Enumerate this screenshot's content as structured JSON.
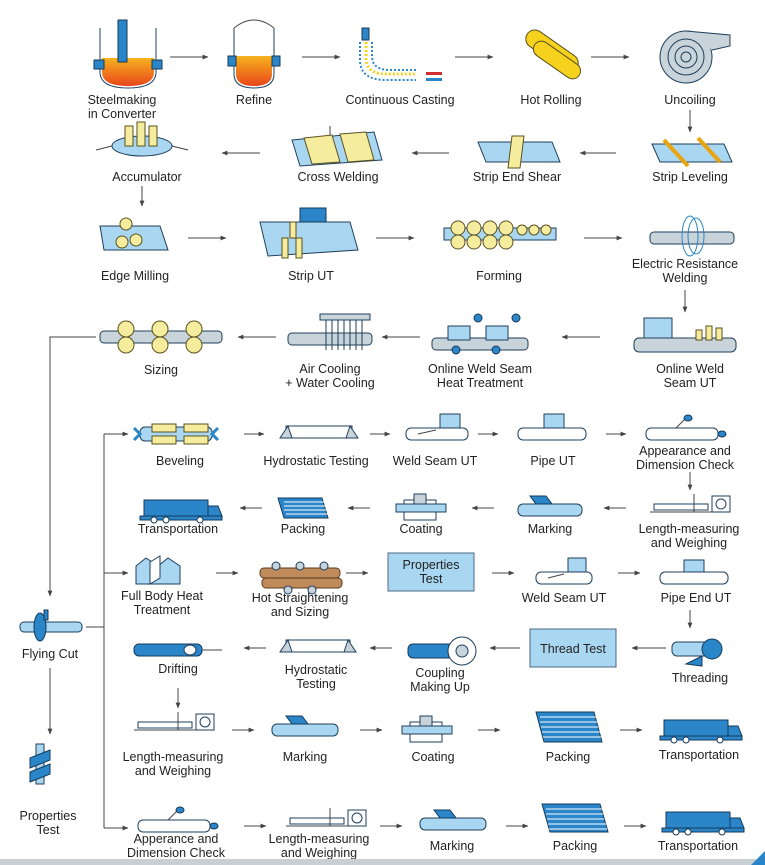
{
  "steps": {
    "steelmaking": "Steelmaking\nin Converter",
    "refine": "Refine",
    "continuous_casting": "Continuous Casting",
    "hot_rolling": "Hot Rolling",
    "uncoiling": "Uncoiling",
    "strip_leveling": "Strip Leveling",
    "strip_end_shear": "Strip End Shear",
    "cross_welding": "Cross Welding",
    "accumulator": "Accumulator",
    "edge_milling": "Edge Milling",
    "strip_ut": "Strip UT",
    "forming": "Forming",
    "erw": "Electric Resistance\nWelding",
    "online_weld_seam_ut": "Online Weld\nSeam UT",
    "online_weld_seam_ht": "Online Weld Seam\nHeat Treatment",
    "air_water_cooling": "Air Cooling\n+ Water Cooling",
    "sizing": "Sizing",
    "flying_cut": "Flying Cut",
    "properties_test_left": "Properties\nTest",
    "beveling": "Beveling",
    "hydrostatic_testing_1": "Hydrostatic Testing",
    "weld_seam_ut_1": "Weld Seam UT",
    "pipe_ut": "Pipe UT",
    "appearance_check_1": "Appearance and\nDimension Check",
    "length_weighing_1": "Length-measuring\nand Weighing",
    "marking_1": "Marking",
    "coating_1": "Coating",
    "packing_1": "Packing",
    "transportation_1": "Transportation",
    "full_body_ht": "Full Body Heat\nTreatment",
    "hot_straightening": "Hot Straightening\nand Sizing",
    "properties_test_box": "Properties\nTest",
    "weld_seam_ut_2": "Weld Seam UT",
    "pipe_end_ut": "Pipe End UT",
    "threading": "Threading",
    "thread_test": "Thread Test",
    "coupling": "Coupling\nMaking Up",
    "hydrostatic_testing_2": "Hydrostatic\nTesting",
    "drifting": "Drifting",
    "length_weighing_2": "Length-measuring\nand Weighing",
    "marking_2": "Marking",
    "coating_2": "Coating",
    "packing_2": "Packing",
    "transportation_2": "Transportation",
    "appearance_check_2": "Apperance and\nDimension Check",
    "length_weighing_3": "Length-measuring\nand Weighing",
    "marking_3": "Marking",
    "packing_3": "Packing",
    "transportation_3": "Transportation"
  },
  "colors": {
    "light_blue": "#a9d6f0",
    "dark_blue": "#2a86c9",
    "yellow": "#f6ec9d",
    "molten": "#f08a1c",
    "line": "#444444"
  }
}
